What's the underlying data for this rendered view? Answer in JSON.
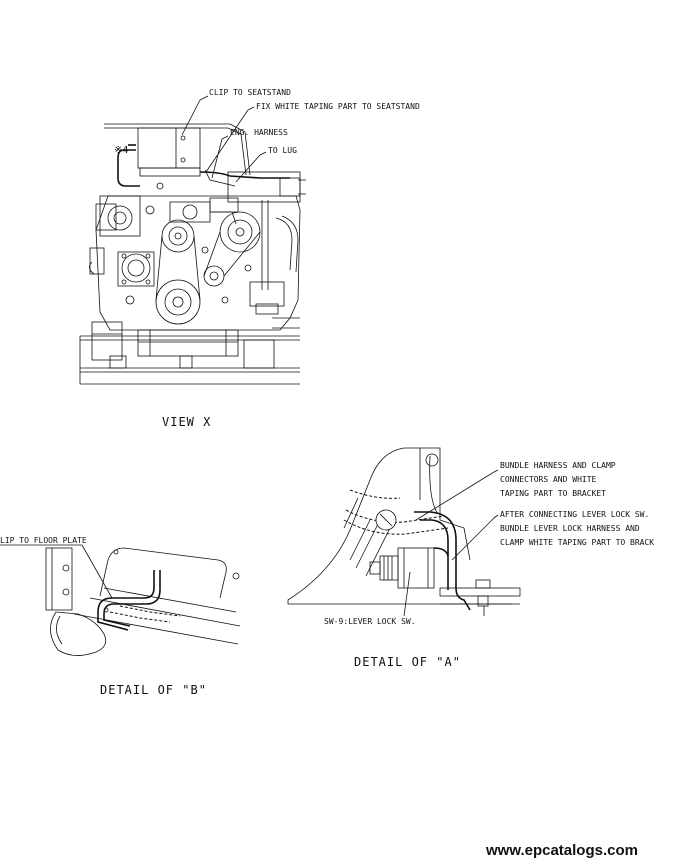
{
  "view_x": {
    "label_clip": "CLIP TO SEATSTAND",
    "label_fix_white": "FIX WHITE TAPING PART TO SEATSTAND",
    "label_eng_harness": "ENG. HARNESS",
    "label_to_lug": "TO LUG",
    "mark_4": "※4",
    "caption": "VIEW X"
  },
  "detail_b": {
    "label_clip_floor": "LIP TO FLOOR PLATE",
    "caption": "DETAIL OF \"B\""
  },
  "detail_a": {
    "label_bundle_1": "BUNDLE HARNESS AND CLAMP",
    "label_bundle_2": "CONNECTORS AND WHITE",
    "label_bundle_3": "TAPING PART TO BRACKET",
    "label_after_1": "AFTER CONNECTING LEVER LOCK SW.",
    "label_after_2": "BUNDLE LEVER LOCK HARNESS AND",
    "label_after_3": "CLAMP WHITE TAPING PART TO BRACK",
    "label_sw9": "SW-9:LEVER LOCK SW.",
    "caption": "DETAIL OF \"A\""
  },
  "watermark": "www.epcatalogs.com"
}
